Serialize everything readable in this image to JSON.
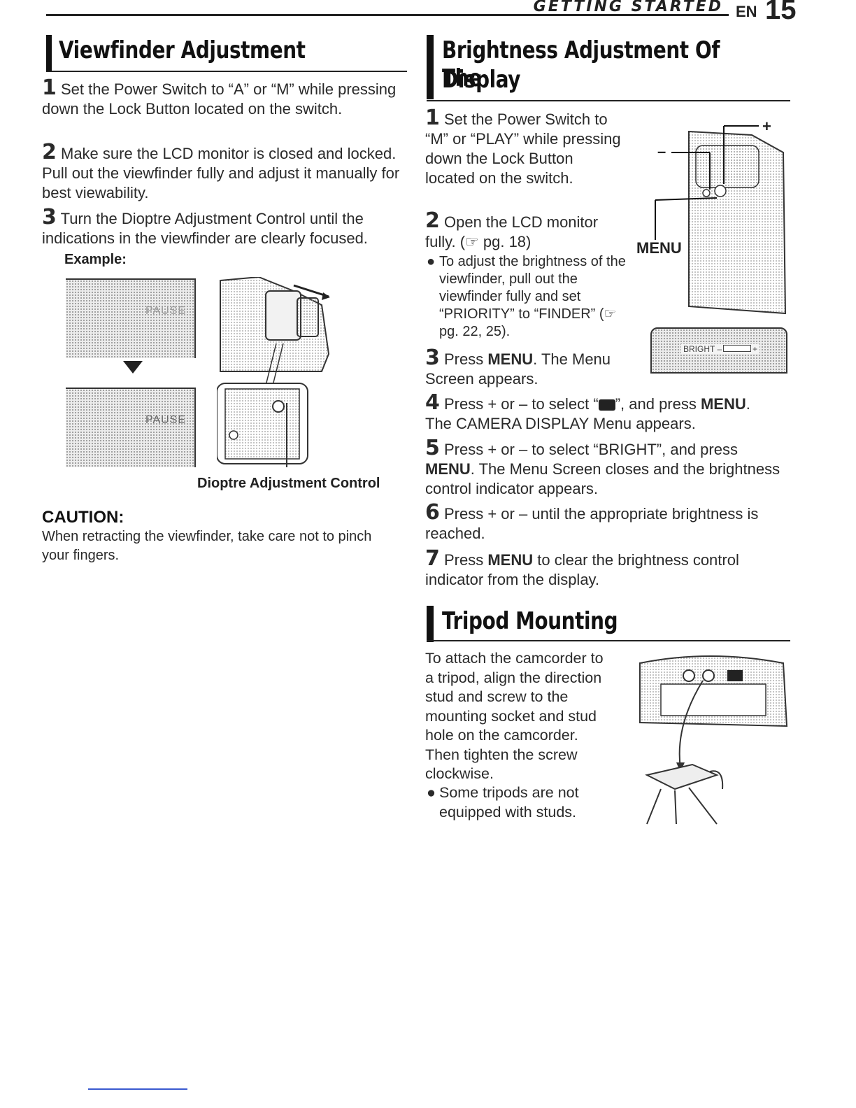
{
  "header": {
    "section": "GETTING STARTED",
    "lang": "EN",
    "page": "15"
  },
  "viewfinder": {
    "title": "Viewfinder Adjustment",
    "step1_num": "1",
    "step1": "Set the Power Switch to “A” or “M” while pressing down the Lock Button located on the switch.",
    "step2_num": "2",
    "step2": "Make sure the LCD monitor is closed and locked. Pull out the viewfinder fully and adjust it manually for best viewability.",
    "step3_num": "3",
    "step3": "Turn the Dioptre Adjustment Control until the indications in the viewfinder are clearly focused.",
    "example_label": "Example:",
    "pause_1": "PAUSE",
    "pause_2": "PAUSE",
    "control_label": "Dioptre Adjustment Control",
    "caution_title": "CAUTION:",
    "caution_text": "When retracting the viewfinder, take care not to pinch your fingers."
  },
  "brightness": {
    "title_line1": "Brightness Adjustment Of The",
    "title_line2": "Display",
    "step1_num": "1",
    "step1": "Set the Power Switch to “M” or “PLAY” while pressing down the Lock Button located on the switch.",
    "step2_num": "2",
    "step2": "Open the LCD monitor fully. (☞ pg. 18)",
    "bullet": "To adjust the brightness of the viewfinder, pull out the viewfinder fully and set “PRIORITY” to “FINDER” (☞ pg. 22, 25).",
    "step3_num": "3",
    "step3_a": "Press ",
    "step3_b": "MENU",
    "step3_c": ". The Menu Screen appears.",
    "step4_num": "4",
    "step4_a": "Press + or – to select “",
    "step4_b": "”, and press ",
    "step4_c": "MENU",
    "step4_d": ".",
    "step4_e": "The CAMERA DISPLAY Menu appears.",
    "step5_num": "5",
    "step5_a": "Press + or – to select “BRIGHT”, and press ",
    "step5_b": "MENU",
    "step5_c": ". The Menu Screen closes and the brightness control indicator appears.",
    "step6_num": "6",
    "step6": "Press + or – until the appropriate brightness is reached.",
    "step7_num": "7",
    "step7_a": "Press ",
    "step7_b": "MENU",
    "step7_c": " to clear the brightness control indicator from the display.",
    "plus_label": "+",
    "minus_label": "–",
    "menu_label": "MENU",
    "bright_indicator": "BRIGHT –",
    "bright_plus": "+"
  },
  "tripod": {
    "title": "Tripod Mounting",
    "text": "To attach the camcorder to a tripod, align the direction stud and screw to the mounting socket and stud hole on the camcorder. Then tighten the screw clockwise.",
    "bullet": "Some tripods are not equipped with studs."
  }
}
